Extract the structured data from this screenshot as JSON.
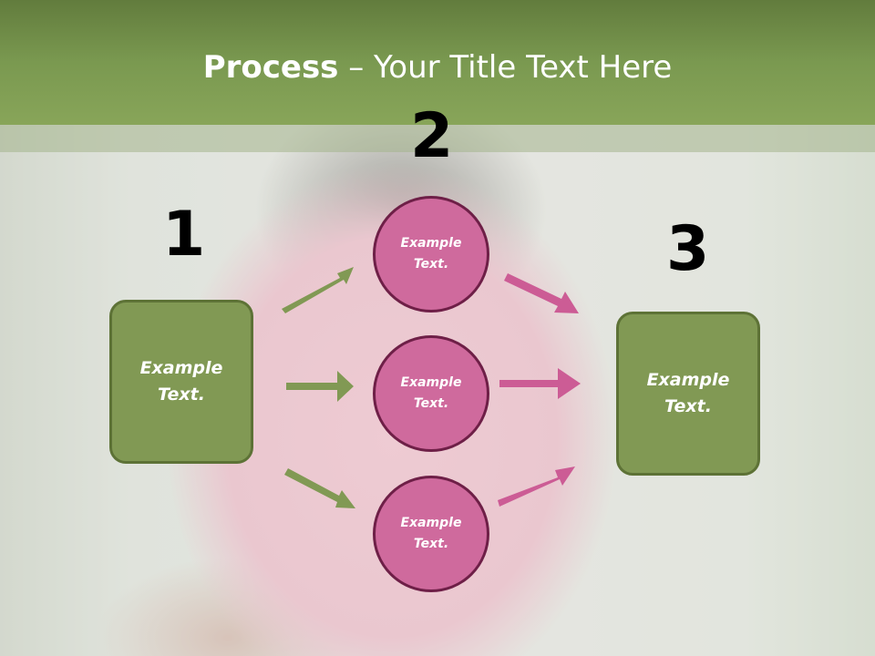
{
  "title": {
    "bold": "Process",
    "rest": " – Your Title Text Here"
  },
  "steps": [
    {
      "number": "1",
      "label": "Example Text."
    },
    {
      "number": "2",
      "items": [
        {
          "label": "Example Text."
        },
        {
          "label": "Example Text."
        },
        {
          "label": "Example Text."
        }
      ]
    },
    {
      "number": "3",
      "label": "Example Text."
    }
  ],
  "colors": {
    "green_box": "#819954",
    "green_border": "#5d7236",
    "green_arrow": "#819954",
    "pink_circle": "#cf6a9d",
    "pink_border": "#6e1f47",
    "pink_arrow": "#cc5c95",
    "title_bar": "#7a9950"
  }
}
